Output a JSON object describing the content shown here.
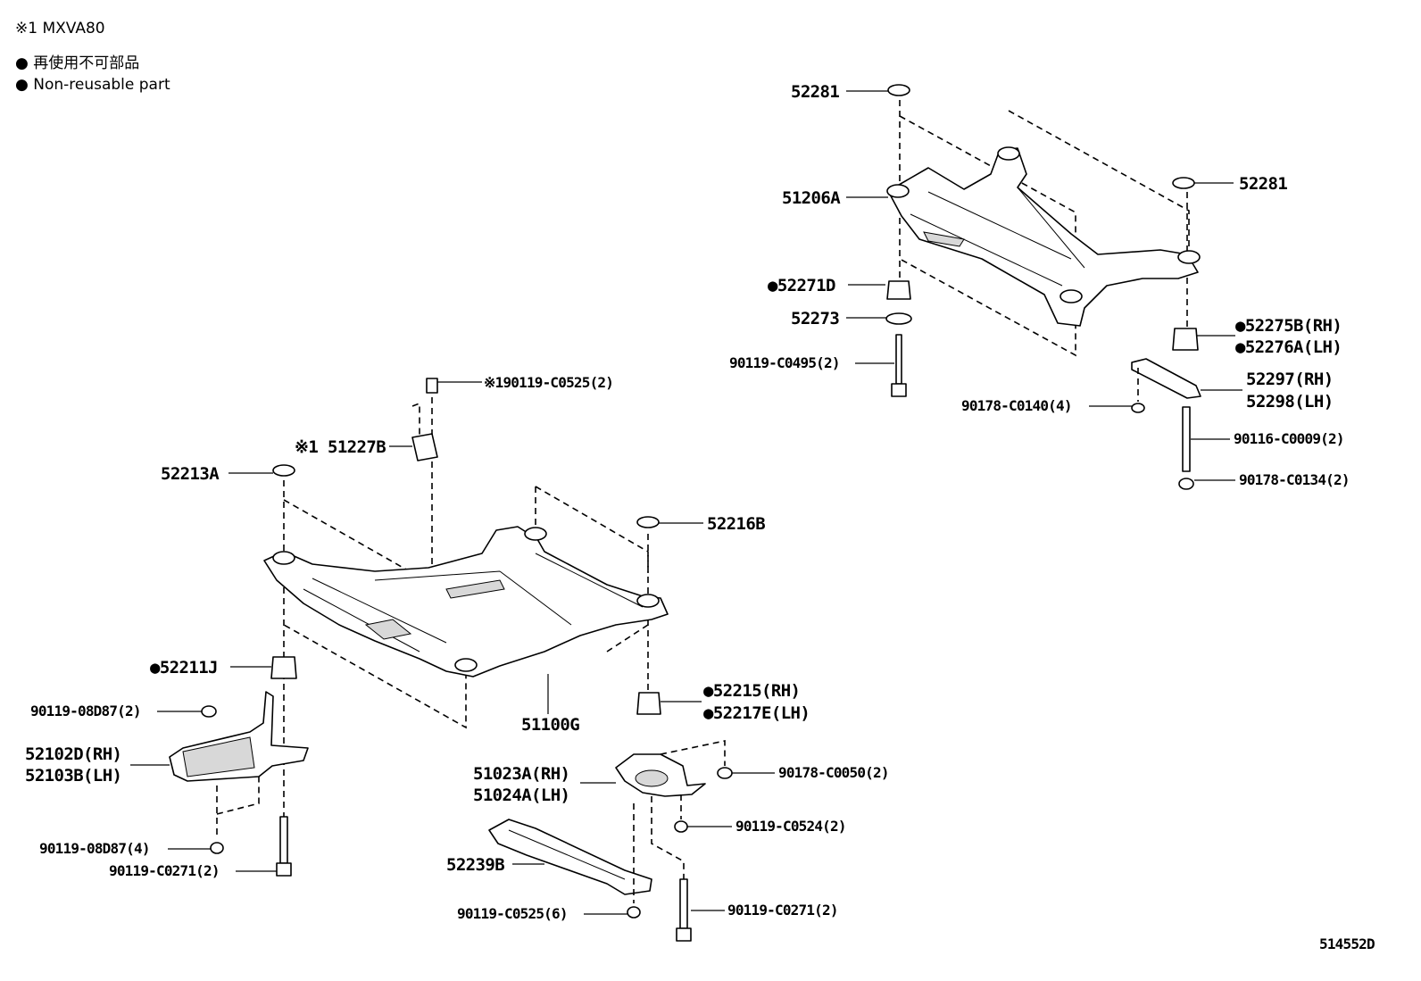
{
  "header": {
    "note_variant": "※1 MXVA80",
    "legend_jp": "● 再使用不可部品",
    "legend_en": "● Non-reusable part"
  },
  "labels": {
    "l_52281_top": "52281",
    "l_51206A": "51206A",
    "l_52281_right": "52281",
    "l_52271D": "●52271D",
    "l_52273": "52273",
    "l_52275B": "●52275B(RH)",
    "l_52276A": "●52276A(LH)",
    "l_90119_C0495": "90119-C0495(2)",
    "l_52297": "52297(RH)",
    "l_52298": "52298(LH)",
    "l_90178_C0140": "90178-C0140(4)",
    "l_90116_C0009": "90116-C0009(2)",
    "l_90178_C0134": "90178-C0134(2)",
    "l_90119_C0525_top": "※190119-C0525(2)",
    "l_51227B": "※1 51227B",
    "l_52213A": "52213A",
    "l_52216B": "52216B",
    "l_52211J": "●52211J",
    "l_90119_08D87_a": "90119-08D87(2)",
    "l_52102D": "52102D(RH)",
    "l_52103B": "52103B(LH)",
    "l_51100G": "51100G",
    "l_52215": "●52215(RH)",
    "l_52217E": "●52217E(LH)",
    "l_51023A": "51023A(RH)",
    "l_51024A": "51024A(LH)",
    "l_90178_C0050": "90178-C0050(2)",
    "l_90119_C0524": "90119-C0524(2)",
    "l_90119_08D87_b": "90119-08D87(4)",
    "l_90119_C0271_a": "90119-C0271(2)",
    "l_52239B": "52239B",
    "l_90119_C0525_b": "90119-C0525(6)",
    "l_90119_C0271_b": "90119-C0271(2)"
  },
  "footer": {
    "diagram_id": "514552D"
  }
}
